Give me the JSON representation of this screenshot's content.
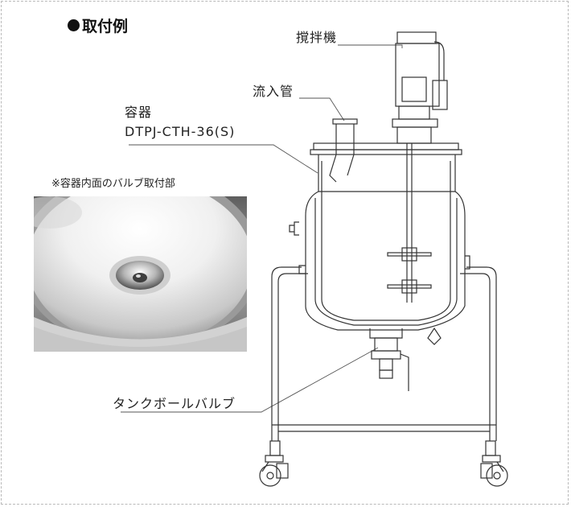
{
  "heading": "取付例",
  "note": "※容器内面のバルブ取付部",
  "labels": {
    "mixer": "撹拌機",
    "inflow_pipe": "流入管",
    "vessel": "容器",
    "vessel_model": "DTPJ-CTH-36(S)",
    "valve": "タンクボールバルブ"
  },
  "colors": {
    "line": "#333333",
    "leader": "#555555",
    "frame": "#b9b9b9",
    "photo_bg": "#d8d8d8"
  }
}
